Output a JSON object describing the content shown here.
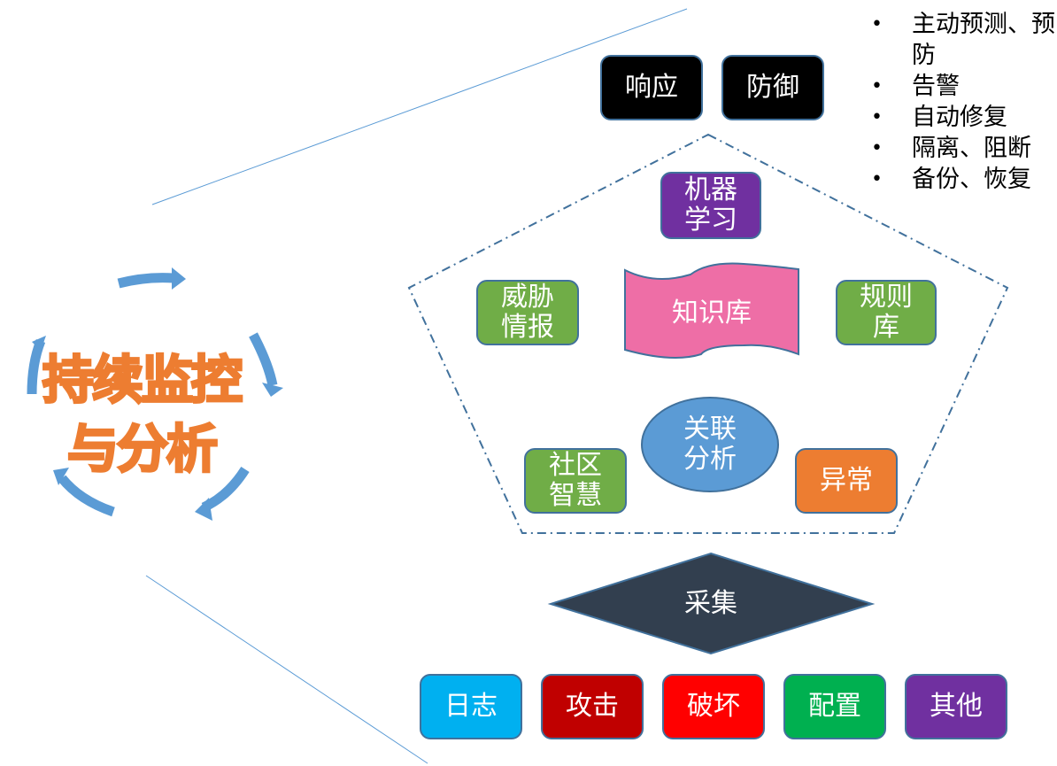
{
  "cycle": {
    "title_line1": "持续监控",
    "title_line2": "与分析",
    "arrow_color": "#5b9bd5",
    "title_fill": "#f8cbad",
    "title_stroke": "#ed7d31"
  },
  "top": {
    "response_label": "响应",
    "defense_label": "防御"
  },
  "bullets": [
    "主动预测、预防",
    "告警",
    "自动修复",
    "隔离、阻断",
    "备份、恢复"
  ],
  "analysis": {
    "machine_learning": "机器\n学习",
    "threat_intel": "威胁\n情报",
    "knowledge_base": "知识库",
    "rule_base": "规则\n库",
    "correlation": "关联\n分析",
    "community": "社区\n智慧",
    "anomaly": "异常"
  },
  "collect_label": "采集",
  "sources": [
    {
      "label": "日志",
      "color": "#00b0f0"
    },
    {
      "label": "攻击",
      "color": "#c00000"
    },
    {
      "label": "破坏",
      "color": "#ff0000"
    },
    {
      "label": "配置",
      "color": "#00b050"
    },
    {
      "label": "其他",
      "color": "#7030a0"
    }
  ],
  "colors": {
    "green": "#70ad47",
    "purple": "#7030a0",
    "pink": "#ee6ea6",
    "blue": "#5b9bd5",
    "orange": "#ed7d31",
    "navy": "#323f4f",
    "black": "#000000"
  }
}
